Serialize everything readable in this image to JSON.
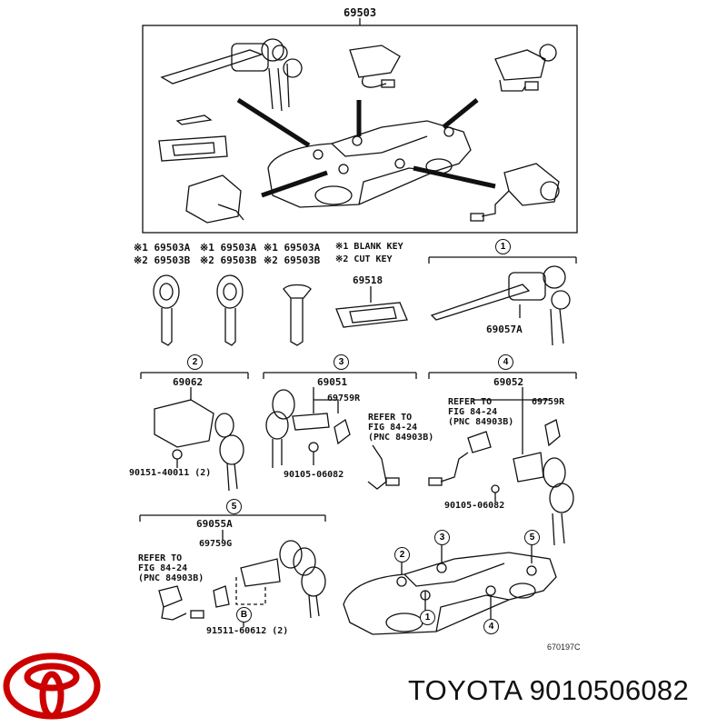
{
  "top": {
    "label": "69503"
  },
  "keys": {
    "row1": [
      "※1 69503A",
      "※1 69503A",
      "※1 69503A"
    ],
    "row2": [
      "※2 69503B",
      "※2 69503B",
      "※2 69503B"
    ],
    "blank_key": "※1 BLANK KEY",
    "cut_key": "※2 CUT KEY",
    "pad_label": "69518"
  },
  "section1": {
    "num": "1",
    "part": "69057A"
  },
  "section2": {
    "num": "2",
    "part": "69062",
    "bolt": "90151-40011 (2)"
  },
  "section3": {
    "num": "3",
    "part": "69051",
    "sub": "69759R",
    "refer": [
      "REFER TO",
      "FIG 84-24",
      "(PNC 84903B)"
    ],
    "bolt": "90105-06082"
  },
  "section4": {
    "num": "4",
    "part": "69052",
    "sub": "69759R",
    "refer": [
      "REFER TO",
      "FIG 84-24",
      "(PNC 84903B)"
    ],
    "bolt": "90105-06082"
  },
  "section5": {
    "num": "5",
    "part": "69055A",
    "sub": "69759G",
    "refer": [
      "REFER TO",
      "FIG 84-24",
      "(PNC 84903B)"
    ],
    "b_mark": "B",
    "bolt": "91511-60612 (2)"
  },
  "car_callouts": [
    "1",
    "2",
    "3",
    "4",
    "5"
  ],
  "diagram_code": "670197C",
  "footer": {
    "brand_text": "TOYOTA 9010506082",
    "logo": "toyota-logo"
  }
}
